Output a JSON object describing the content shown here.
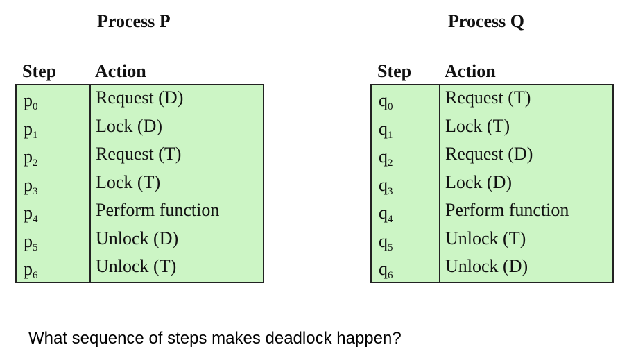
{
  "process_p": {
    "title": "Process P",
    "step_header": "Step",
    "action_header": "Action",
    "rows": [
      {
        "step": "p",
        "sub": "0",
        "action": "Request (D)"
      },
      {
        "step": "p",
        "sub": "1",
        "action": "Lock (D)"
      },
      {
        "step": "p",
        "sub": "2",
        "action": "Request (T)"
      },
      {
        "step": "p",
        "sub": "3",
        "action": "Lock (T)"
      },
      {
        "step": "p",
        "sub": "4",
        "action": "Perform function"
      },
      {
        "step": "p",
        "sub": "5",
        "action": "Unlock (D)"
      },
      {
        "step": "p",
        "sub": "6",
        "action": "Unlock (T)"
      }
    ]
  },
  "process_q": {
    "title": "Process Q",
    "step_header": "Step",
    "action_header": "Action",
    "rows": [
      {
        "step": "q",
        "sub": "0",
        "action": "Request (T)"
      },
      {
        "step": "q",
        "sub": "1",
        "action": "Lock (T)"
      },
      {
        "step": "q",
        "sub": "2",
        "action": "Request (D)"
      },
      {
        "step": "q",
        "sub": "3",
        "action": "Lock (D)"
      },
      {
        "step": "q",
        "sub": "4",
        "action": "Perform function"
      },
      {
        "step": "q",
        "sub": "5",
        "action": "Unlock (T)"
      },
      {
        "step": "q",
        "sub": "6",
        "action": "Unlock (D)"
      }
    ]
  },
  "question": "What sequence of steps makes deadlock happen?",
  "colors": {
    "table_fill": "#ccf5c5",
    "border": "#222222"
  }
}
